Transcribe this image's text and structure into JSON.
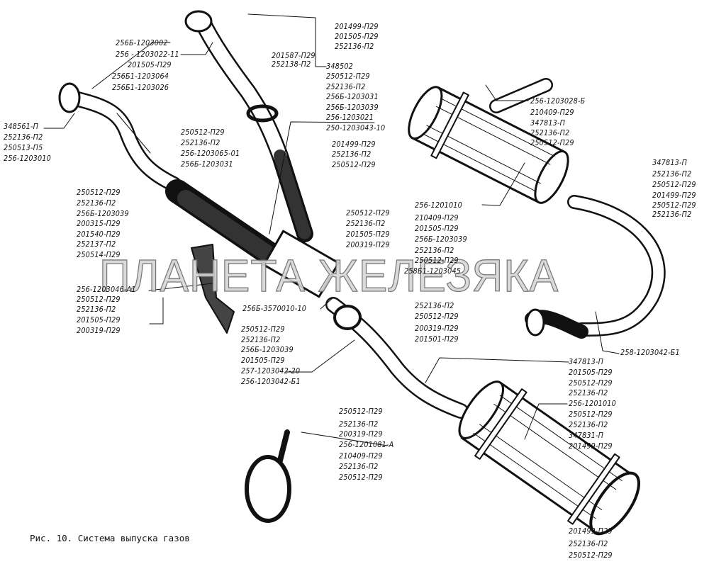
{
  "figure": {
    "caption": "Рис. 10. Система выпуска газов",
    "watermark": "ПЛАНЕТА ЖЕЛЕЗЯКА"
  },
  "labels": [
    "256Б-1203002",
    "256 - 1203022-11",
    "201505-П29",
    "256Б1-1203064",
    "256Б1-1203026",
    "348561-П",
    "252136-П2",
    "250513-П5",
    "256-1203010",
    "250512-П29",
    "252136-П2",
    "256-1203065-01",
    "256Б-1203031",
    "201587-П29",
    "252138-П2",
    "348502",
    "250512-П29",
    "252136-П2",
    "256Б-1203031",
    "256Б-1203039",
    "256-1203021",
    "250-1203043-10",
    "201499-П29",
    "201505-П29",
    "252136-П2",
    "201499-П29",
    "252136-П2",
    "250512-П29",
    "256-1203028-Б",
    "210409-П29",
    "347813-П",
    "252136-П2",
    "250512-П29",
    "347813-П",
    "252136-П2",
    "250512-П29",
    "201499-П29",
    "250512-П29",
    "252136-П2",
    "256-1201010",
    "210409-П29",
    "201505-П29",
    "256Б-1203039",
    "252136-П2",
    "250512-П29",
    "258Б1-1203045",
    "252136-П2",
    "250512-П29",
    "200319-П29",
    "201501-П29",
    "258-1203042-Б1",
    "250512-П29",
    "252136-П2",
    "256Б-1203039",
    "200315-П29",
    "201540-П29",
    "252137-П2",
    "250514-П29",
    "256-1203046-А1",
    "250512-П29",
    "252136-П2",
    "201505-П29",
    "200319-П29",
    "250512-П29",
    "252136-П2",
    "201505-П29",
    "200319-П29",
    "256Б-3570010-10",
    "250512-П29",
    "252136-П2",
    "256Б-1203039",
    "201505-П29",
    "257-1203042-20",
    "256-1203042-Б1",
    "347813-П",
    "201505-П29",
    "250512-П29",
    "252136-П2",
    "256-1201010",
    "250512-П29",
    "252136-П2",
    "347831-П",
    "201499-П29",
    "250512-П29",
    "252136-П2",
    "200319-П29",
    "256-1201081-А",
    "210409-П29",
    "252136-П2",
    "250512-П29",
    "201499-П29",
    "252136-П2",
    "250512-П29"
  ]
}
